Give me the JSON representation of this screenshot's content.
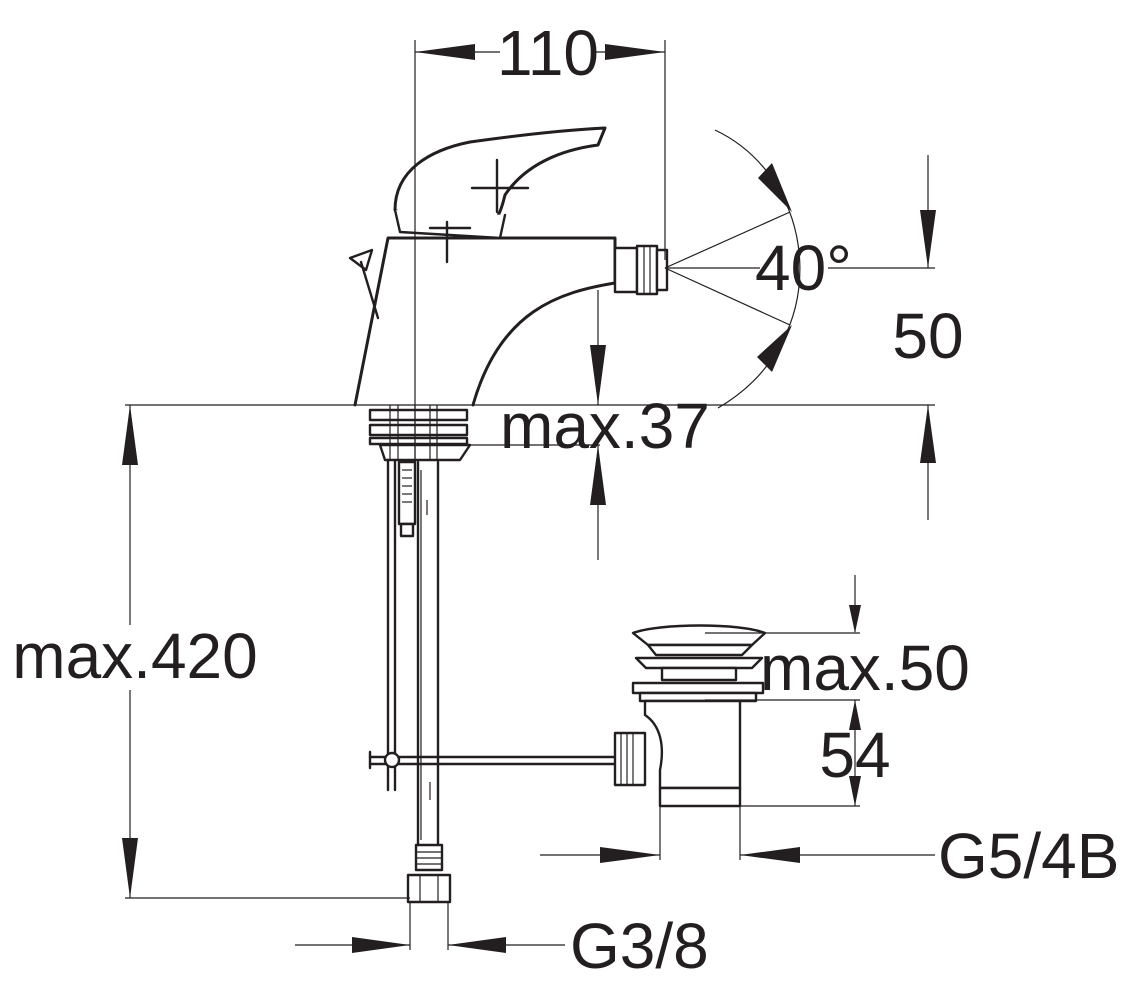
{
  "dimensions": {
    "width_110": "110",
    "angle_40": "40°",
    "height_50": "50",
    "max_37": "max.37",
    "max_420": "max.420",
    "max_50": "max.50",
    "height_54": "54",
    "thread_g54b": "G5/4B",
    "thread_g38": "G3/8"
  },
  "colors": {
    "line": "#231f20",
    "background": "#ffffff"
  }
}
